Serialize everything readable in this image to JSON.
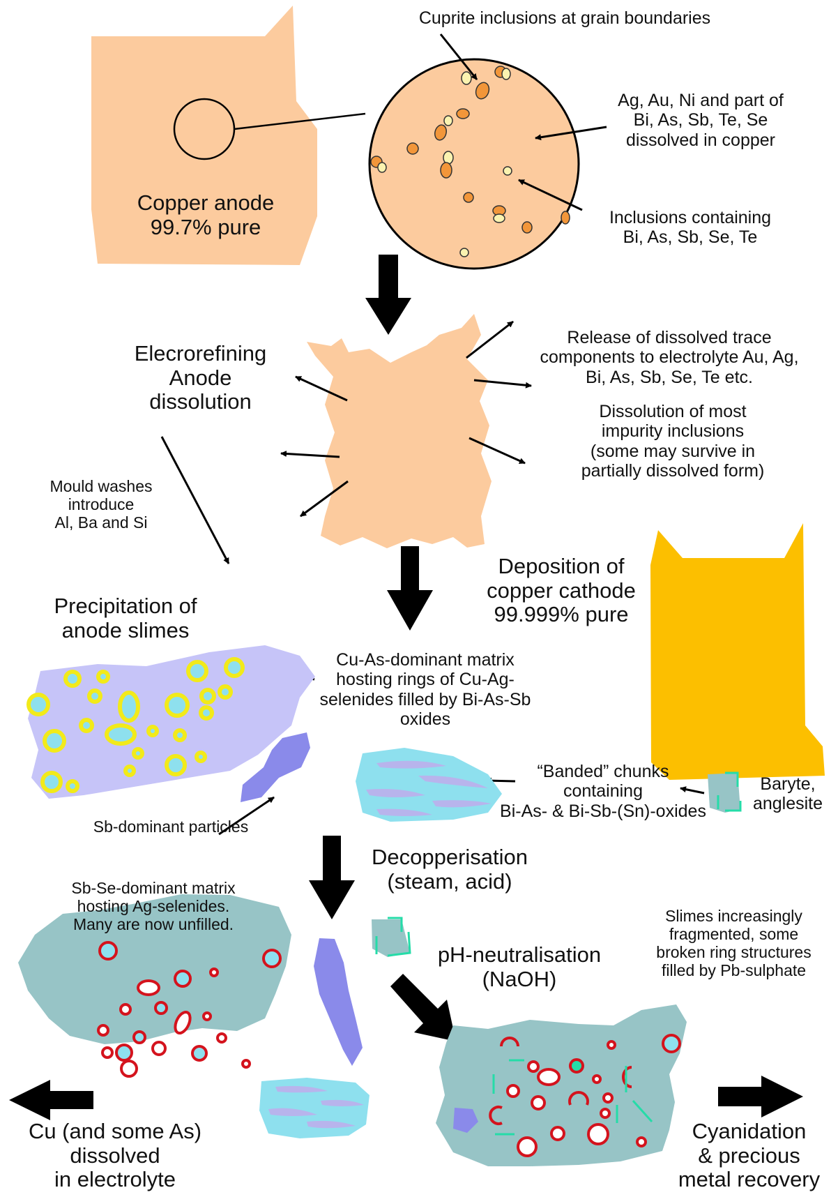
{
  "labels": {
    "cuprite": "Cuprite inclusions at grain boundaries",
    "dissolved_in_copper": "Ag, Au, Ni and part of\nBi, As, Sb, Te, Se\ndissolved in copper",
    "inclusions": "Inclusions containing\nBi, As, Sb, Se, Te",
    "copper_anode": "Copper anode\n99.7% pure",
    "electrorefining": "Elecrorefining\nAnode\ndissolution",
    "release": "Release of dissolved trace\ncomponents to electrolyte Au, Ag,\nBi, As, Sb, Se, Te etc.",
    "dissolution_inclusions": "Dissolution of most\nimpurity inclusions\n(some may survive in\npartially dissolved form)",
    "mould_washes": "Mould washes\nintroduce\nAl, Ba and Si",
    "deposition": "Deposition of\ncopper cathode\n99.999% pure",
    "precipitation": "Precipitation of\nanode slimes",
    "cu_as_matrix": "Cu-As-dominant matrix\nhosting rings of Cu-Ag-\nselenides filled by Bi-As-Sb\noxides",
    "banded": "“Banded” chunks\ncontaining\nBi-As- & Bi-Sb-(Sn)-oxides",
    "baryte": "Baryte,\nanglesite",
    "sb_particles": "Sb-dominant particles",
    "decopperisation": "Decopperisation\n(steam, acid)",
    "sb_se_matrix": "Sb-Se-dominant matrix\nhosting Ag-selenides.\nMany are now unfilled.",
    "ph_neutralisation": "pH-neutralisation\n(NaOH)",
    "slimes_fragmented": "Slimes increasingly\nfragmented, some\nbroken ring structures\nfilled by Pb-sulphate",
    "cu_dissolved": "Cu (and some As)\ndissolved\nin electrolyte",
    "cyanidation": "Cyanidation\n& precious\nmetal recovery"
  },
  "colors": {
    "anode": "#fccb9e",
    "cathode": "#fcbf00",
    "slime_purple": "#c6c4f8",
    "sb_particle": "#8a8aea",
    "banded_cyan": "#8ee0ee",
    "matrix_teal": "#97c4c6",
    "ring_yellow": "#f2ea1a",
    "ring_red": "#d4131d",
    "cuprite_orange": "#f2963a",
    "inclusion_yellow": "#fbf3b0",
    "baryte_green": "#25dca8"
  }
}
